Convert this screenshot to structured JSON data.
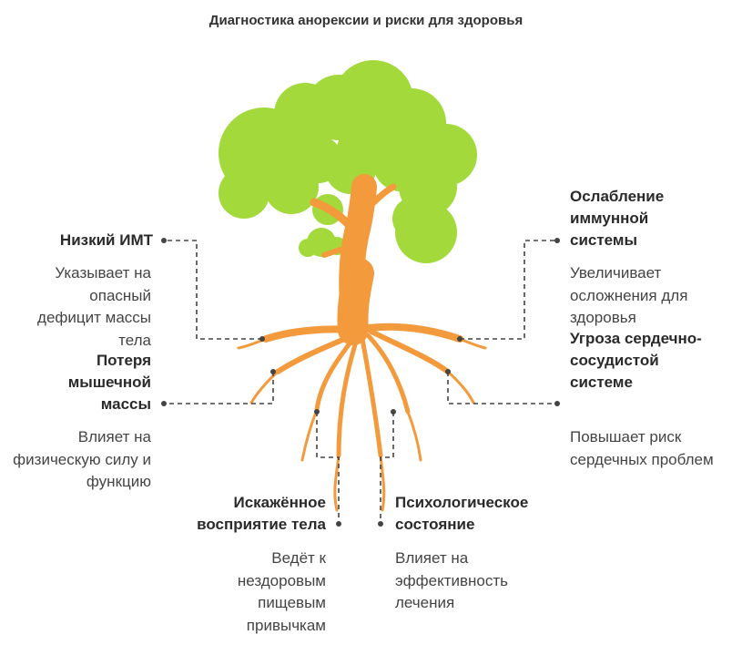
{
  "title": "Диагностика анорексии и риски для здоровья",
  "colors": {
    "foliage": "#a3d93b",
    "trunk": "#f39a3c",
    "connector": "#444444",
    "text": "#333333"
  },
  "items": [
    {
      "heading": "Низкий ИМТ",
      "description": "Указывает на опасный дефицит массы тела"
    },
    {
      "heading": "Потеря мышечной массы",
      "description": "Влияет на физическую силу и функцию"
    },
    {
      "heading": "Искажённое восприятие тела",
      "description": "Ведёт к нездоровым пищевым привычкам"
    },
    {
      "heading": "Психологическое состояние",
      "description": "Влияет на эффективность лечения"
    },
    {
      "heading": "Угроза сердечно-сосудистой системе",
      "description": "Повышает риск сердечных проблем"
    },
    {
      "heading": "Ослабление иммунной системы",
      "description": "Увеличивает осложнения для здоровья"
    }
  ]
}
